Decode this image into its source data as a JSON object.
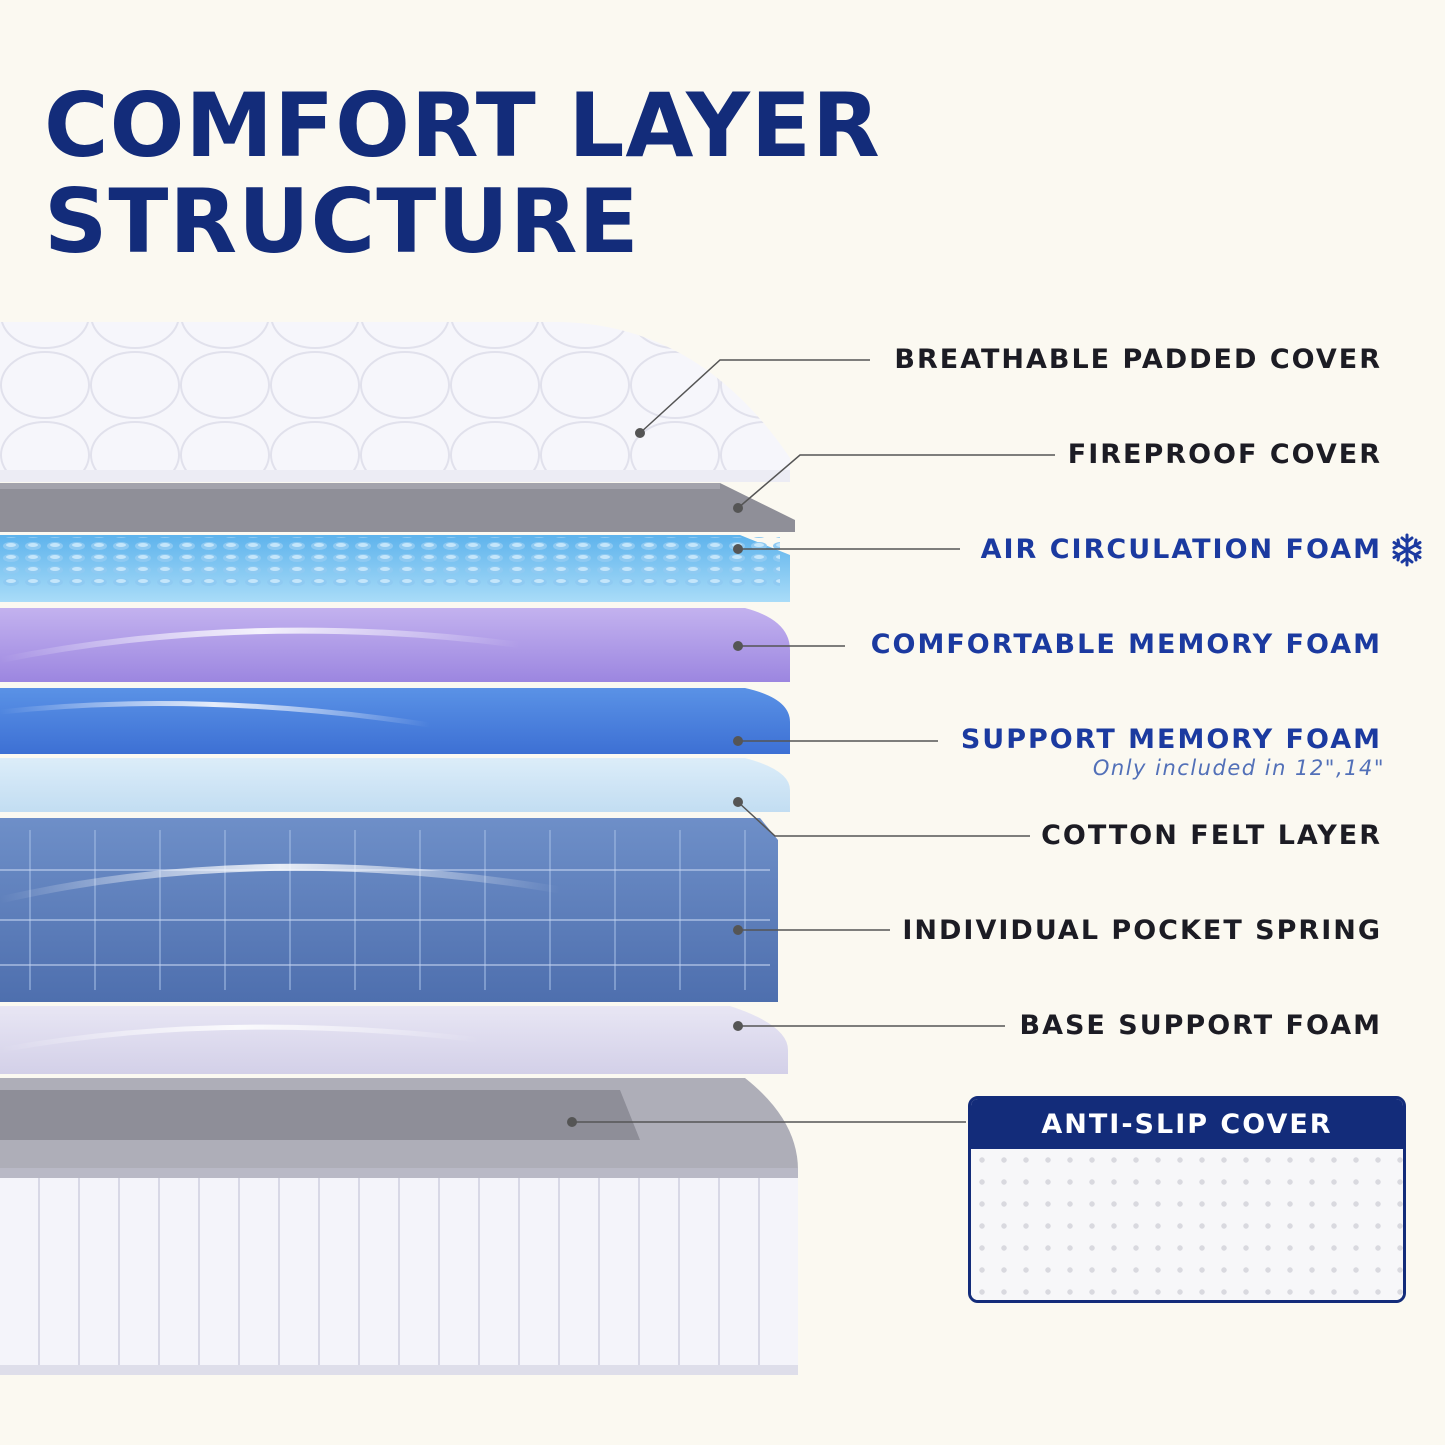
{
  "title": {
    "line1": "COMFORT LAYER",
    "line2": "STRUCTURE"
  },
  "layers": [
    {
      "label": "BREATHABLE PADDED COVER"
    },
    {
      "label": "FIREPROOF COVER"
    },
    {
      "label": "AIR CIRCULATION FOAM",
      "icon": "snowflake-icon"
    },
    {
      "label": "COMFORTABLE MEMORY FOAM"
    },
    {
      "label": "SUPPORT MEMORY FOAM",
      "note": "Only included in 12\",14\""
    },
    {
      "label": "COTTON FELT LAYER"
    },
    {
      "label": "INDIVIDUAL POCKET SPRING"
    },
    {
      "label": "BASE SUPPORT FOAM"
    }
  ],
  "anti_slip": {
    "label": "ANTI-SLIP COVER"
  },
  "colors": {
    "title": "#132c7a",
    "accent_label": "#1b3aa0",
    "dark_label": "#1c1c24",
    "background": "#fbf9f1"
  }
}
